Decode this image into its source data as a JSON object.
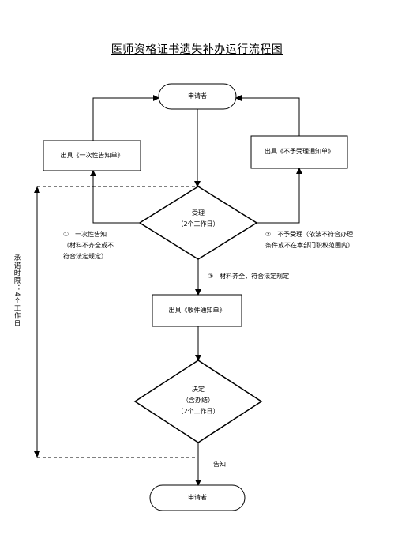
{
  "title": "医师资格证书遗失补办运行流程图",
  "nodes": {
    "applicant_top": "申请者",
    "one_time_notice": "出具《一次性告知单》",
    "not_accept_notice": "出具《不予受理通知单》",
    "accept": "受理",
    "accept_days": "（2个工作日）",
    "receipt_notice": "出具《收件通知单》",
    "decision": "决定",
    "decision_sub": "（含办结）",
    "decision_days": "（2个工作日）",
    "applicant_bottom": "申请者"
  },
  "edges": {
    "left_line1": "①　一次性告知",
    "left_line2": "（材料不齐全或不",
    "left_line3": "符合法定规定）",
    "right_line1": "②　不予受理（依法不符合办理",
    "right_line2": "条件或不在本部门职权范围内）",
    "middle": "③　材料齐全，符合法定规定",
    "inform": "告知"
  },
  "time_limit": "承诺时限：4个工作日"
}
